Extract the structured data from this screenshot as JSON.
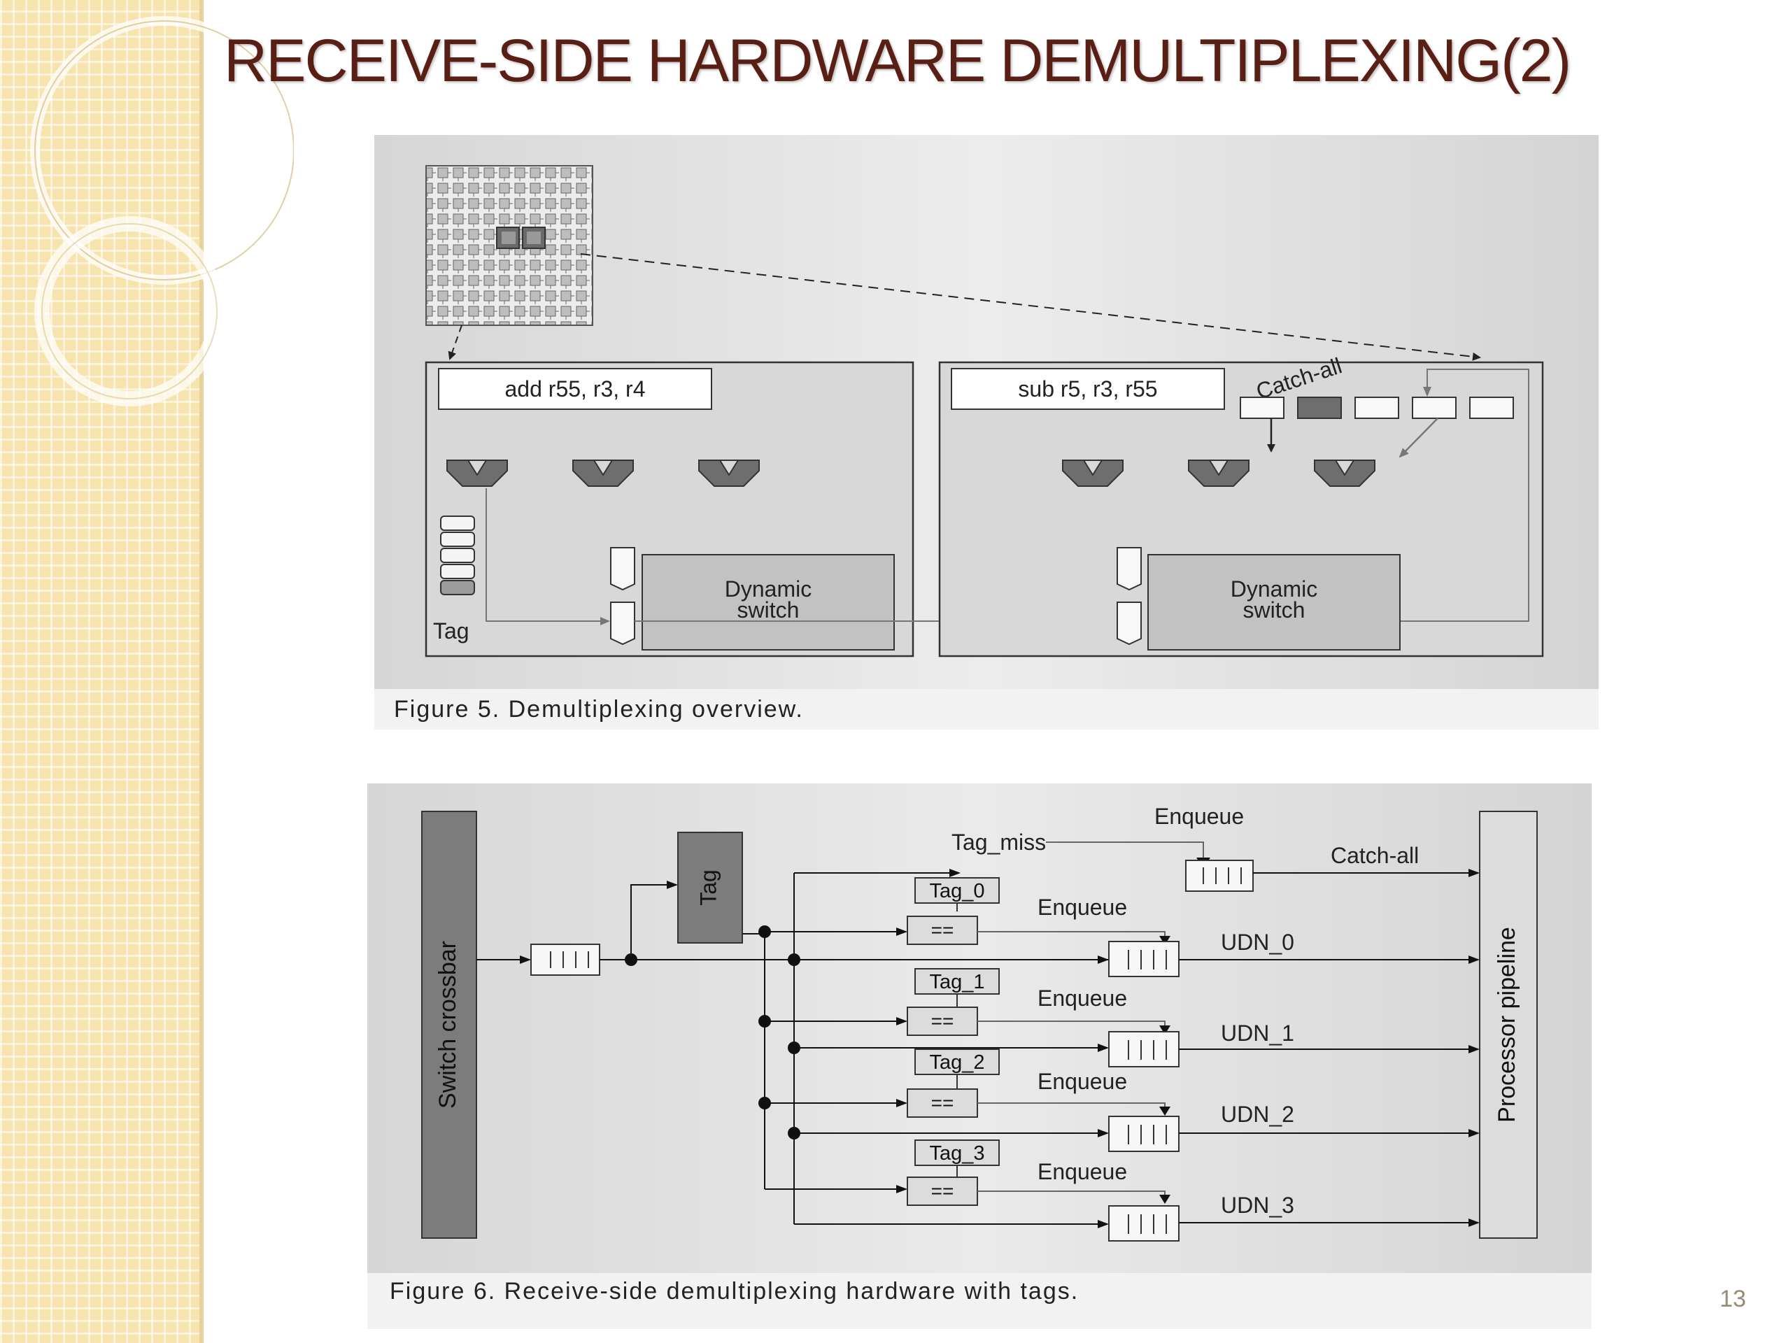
{
  "slide": {
    "title": "RECEIVE-SIDE HARDWARE DEMULTIPLEXING(2)",
    "page_number": "13"
  },
  "colors": {
    "title": "#5a1f14",
    "sidebar": "#f6e3ad",
    "figure_bg": "#e0e0e0",
    "dark_block": "#7c7c7c",
    "switch_box": "#c4c4c4"
  },
  "figure5": {
    "caption": "Figure 5. Demultiplexing overview.",
    "left_tile": {
      "instruction": "add r55, r3, r4",
      "switch_label": [
        "Dynamic",
        "switch"
      ],
      "tag_label": "Tag"
    },
    "right_tile": {
      "instruction": "sub r5, r3, r55",
      "switch_label": [
        "Dynamic",
        "switch"
      ],
      "catch_all_label": "Catch-all"
    }
  },
  "figure6": {
    "caption": "Figure 6. Receive-side demultiplexing hardware with tags.",
    "switch_crossbar": "Switch crossbar",
    "tag_block": "Tag",
    "tag_miss": "Tag_miss",
    "enqueue": "Enqueue",
    "catch_all": "Catch-all",
    "processor_pipeline": "Processor pipeline",
    "comparator": "==",
    "tags": [
      "Tag_0",
      "Tag_1",
      "Tag_2",
      "Tag_3"
    ],
    "udn_queues": [
      "UDN_0",
      "UDN_1",
      "UDN_2",
      "UDN_3"
    ]
  }
}
